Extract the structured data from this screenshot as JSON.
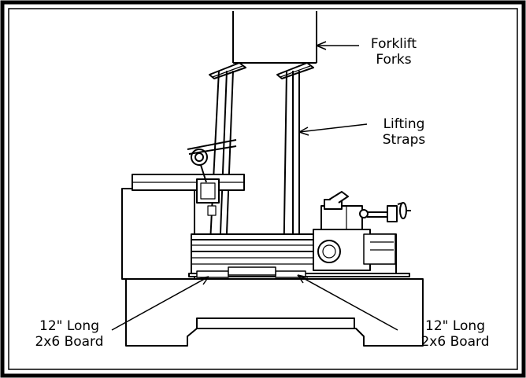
{
  "labels": {
    "forks_line1": "Forklift",
    "forks_line2": "Forks",
    "straps_line1": "Lifting",
    "straps_line2": "Straps",
    "board_left_line1": "12\" Long",
    "board_left_line2": "2x6 Board",
    "board_right_line1": "12\" Long",
    "board_right_line2": "2x6 Board"
  }
}
